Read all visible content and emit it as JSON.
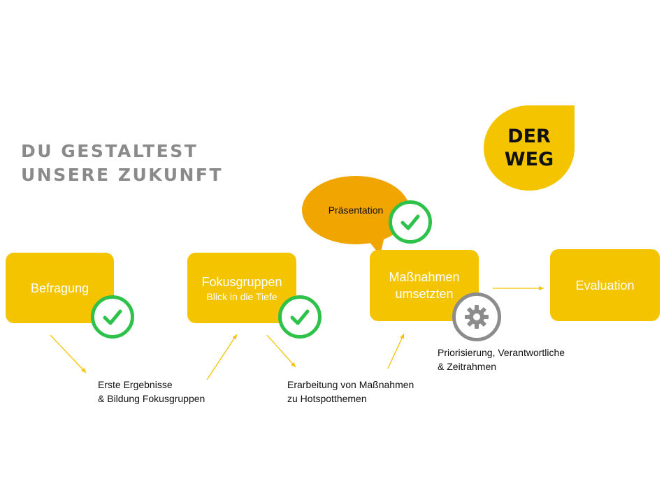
{
  "headline": {
    "line1": "DU GESTALTEST",
    "line2": "UNSERE ZUKUNFT"
  },
  "badge": {
    "line1": "DER",
    "line2": "WEG"
  },
  "steps": {
    "befragung": "Befragung",
    "fokusgruppen": "Fokusgruppen",
    "fokusgruppen_sub": "Blick in die Tiefe",
    "massnahmen_line1": "Maßnahmen",
    "massnahmen_line2": "umsetzten",
    "evaluation": "Evaluation"
  },
  "bubble": {
    "label": "Präsentation"
  },
  "notes": {
    "ergebnisse_line1": "Erste Ergebnisse",
    "ergebnisse_line2": "& Bildung Fokusgruppen",
    "erarbeitung_line1": "Erarbeitung von Maßnahmen",
    "erarbeitung_line2": "zu Hotspotthemen",
    "priorisierung_line1": "Priorisierung, Verantwortliche",
    "priorisierung_line2": "& Zeitrahmen"
  },
  "colors": {
    "box_yellow": "#f5c400",
    "bubble_orange": "#f0a500",
    "check_green": "#2ec24a",
    "gear_gray": "#8c8c8c",
    "headline_gray": "#8a8a8a"
  }
}
